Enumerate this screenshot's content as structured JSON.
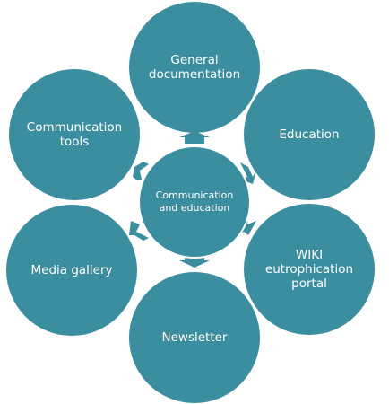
{
  "diagram": {
    "center": {
      "label": "Communication\nand education"
    },
    "nodes": [
      {
        "id": "general-documentation",
        "label": "General\ndocumentation"
      },
      {
        "id": "education",
        "label": "Education"
      },
      {
        "id": "wiki-eutrophication-portal",
        "label": "WIKI\neutrophication\nportal"
      },
      {
        "id": "newsletter",
        "label": "Newsletter"
      },
      {
        "id": "media-gallery",
        "label": "Media gallery"
      },
      {
        "id": "communication-tools",
        "label": "Communication\ntools"
      }
    ],
    "colors": {
      "node_fill": "#3a8ea0",
      "center_border": "#ffffff",
      "text": "#ffffff"
    }
  }
}
